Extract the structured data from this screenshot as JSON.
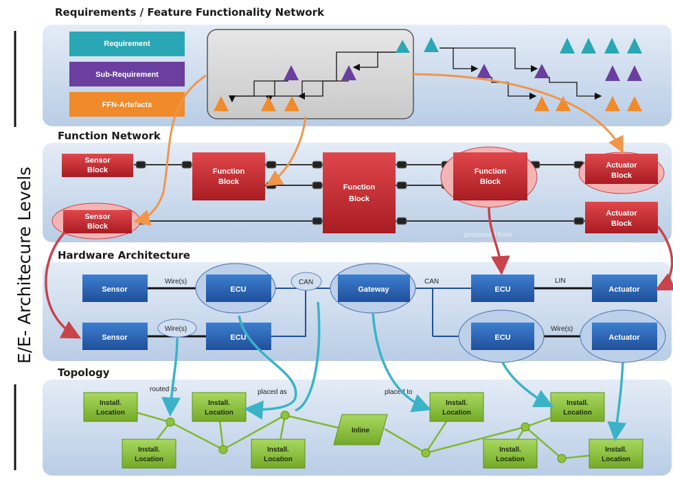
{
  "side_title": "E/E- Architecure Levels",
  "levels": {
    "requirements": "Requirements / Feature Functionality Network",
    "function_network": "Function Network",
    "hardware": "Hardware Architecture",
    "topology": "Topology"
  },
  "legend": {
    "requirement": "Requirement",
    "sub_requirement": "Sub-Requirement",
    "ffn_artefacts": "FFN-Artefacts"
  },
  "function_network": {
    "sensor_block_line1": "Sensor",
    "sensor_block_line2": "Block",
    "function_block_line1": "Function",
    "function_block_line2": "Block",
    "actuator_block_line1": "Actuator",
    "actuator_block_line2": "Block",
    "processed_from": "processed from"
  },
  "hardware": {
    "sensor": "Sensor",
    "ecu": "ECU",
    "gateway": "Gateway",
    "actuator": "Actuator",
    "wires": "Wire(s)",
    "can": "CAN",
    "lin": "LIN"
  },
  "topology": {
    "install_line1": "Install.",
    "install_line2": "Location",
    "inline": "Inline",
    "routed_to": "routed to",
    "placed_as": "placed as",
    "placed_to": "placed to"
  },
  "colors": {
    "requirement": "#2aa7b4",
    "sub_requirement": "#6a3fa0",
    "ffn": "#f08a2a",
    "function_block": "#c8262c",
    "hardware_block": "#2a63b8",
    "topology_block": "#8cc43a",
    "link_orange": "#f0954a",
    "link_red": "#c8434a",
    "link_cyan": "#3ab3c8"
  }
}
